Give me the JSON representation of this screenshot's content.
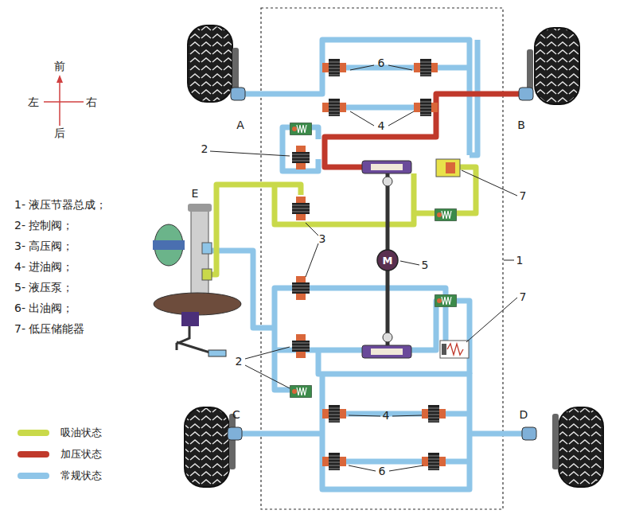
{
  "diagram": {
    "nodes": [
      {
        "text": [
          "M"
        ]
      }
    ],
    "labels": [
      "前",
      "左",
      "右",
      "后",
      "A",
      "B",
      "E",
      "C",
      "D",
      "6",
      "4",
      "2",
      "7",
      "3",
      "5",
      "1",
      "7",
      "2",
      "4",
      "6",
      "1- 液压节器总成；",
      "2- 控制阀；",
      "3- 高压阀；",
      "4- 进油阀；",
      "5- 液压泵；",
      "6- 出油阀；",
      "7- 低压储能器"
    ],
    "legend": [
      {
        "text": "吸油状态",
        "color": "#c9d94a"
      },
      {
        "text": "加压状态",
        "color": "#c0392b"
      },
      {
        "text": "常规状态",
        "color": "#8ec5e8"
      }
    ]
  }
}
